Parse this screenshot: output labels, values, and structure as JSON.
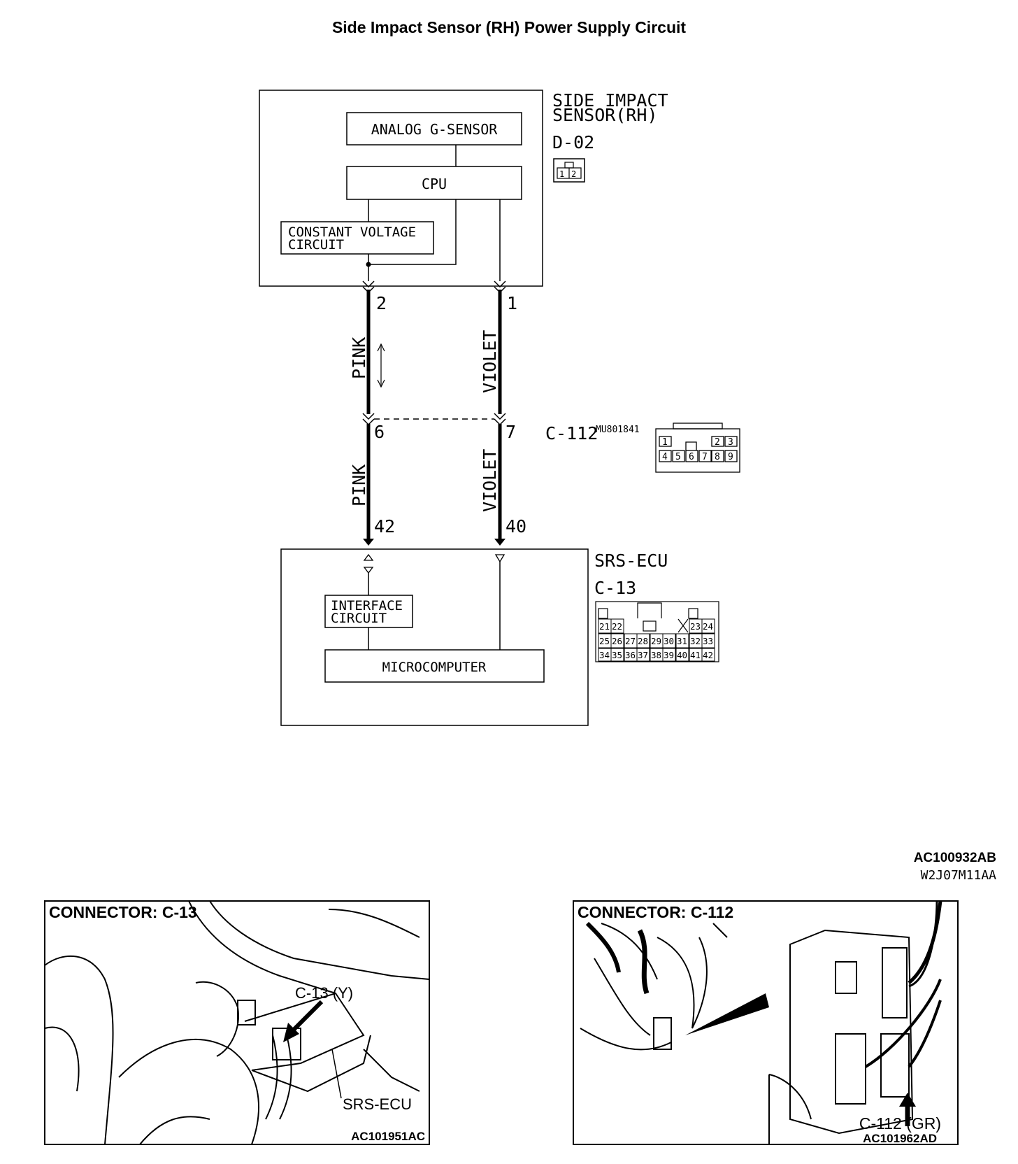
{
  "title": "Side Impact Sensor (RH) Power Supply Circuit",
  "sensor": {
    "name_line1": "SIDE IMPACT",
    "name_line2": "SENSOR(RH)",
    "connector": "D-02",
    "pins": [
      "1",
      "2"
    ],
    "blocks": {
      "g_sensor": "ANALOG G-SENSOR",
      "cpu": "CPU",
      "cv_line1": "CONSTANT VOLTAGE",
      "cv_line2": "CIRCUIT"
    }
  },
  "wires": {
    "left": {
      "color_upper": "PINK",
      "color_lower": "PINK",
      "pin_sensor": "2",
      "pin_junction": "6",
      "pin_ecu": "42"
    },
    "right": {
      "color_upper": "VIOLET",
      "color_lower": "VIOLET",
      "pin_sensor": "1",
      "pin_junction": "7",
      "pin_ecu": "40"
    }
  },
  "junction": {
    "connector": "C-112",
    "part_number": "MU801841",
    "pins_row1": [
      "1",
      "2",
      "3"
    ],
    "pins_row2": [
      "4",
      "5",
      "6",
      "7",
      "8",
      "9"
    ]
  },
  "ecu": {
    "name": "SRS-ECU",
    "connector": "C-13",
    "interface_line1": "INTERFACE",
    "interface_line2": "CIRCUIT",
    "micro": "MICROCOMPUTER",
    "pins_row1": [
      "21",
      "22",
      "23",
      "24"
    ],
    "pins_row2": [
      "25",
      "26",
      "27",
      "28",
      "29",
      "30",
      "31",
      "32",
      "33"
    ],
    "pins_row3": [
      "34",
      "35",
      "36",
      "37",
      "38",
      "39",
      "40",
      "41",
      "42"
    ]
  },
  "figure_code": "AC100932AB",
  "figure_code2": "W2J07M11AA",
  "photo_left": {
    "heading": "CONNECTOR: C-13",
    "callout_connector": "C-13 (Y)",
    "callout_ecu": "SRS-ECU",
    "code": "AC101951AC"
  },
  "photo_right": {
    "heading": "CONNECTOR: C-112",
    "callout_connector": "C-112 (GR)",
    "code": "AC101962AD"
  }
}
